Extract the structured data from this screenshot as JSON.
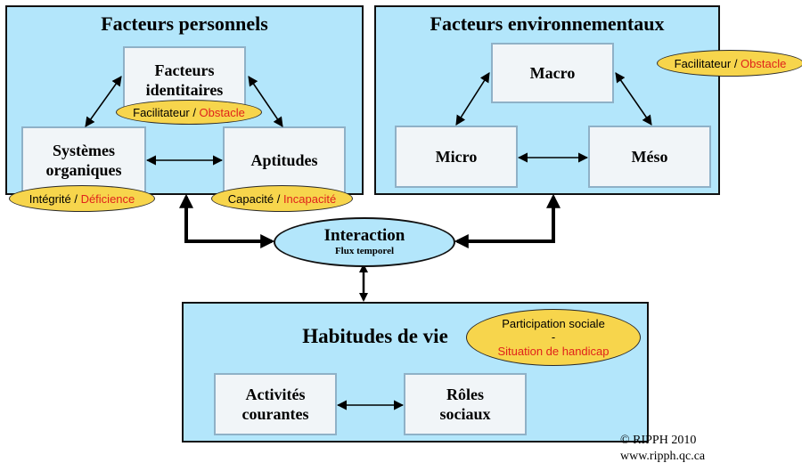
{
  "personal": {
    "title": "Facteurs personnels",
    "identity": {
      "line1": "Facteurs",
      "line2": "identitaires",
      "badge_pos": "Facilitateur",
      "badge_sep": " / ",
      "badge_neg": "Obstacle"
    },
    "systems": {
      "line1": "Systèmes",
      "line2": "organiques",
      "badge_pos": "Intégrité",
      "badge_sep": " / ",
      "badge_neg": "Déficience"
    },
    "abilities": {
      "label": "Aptitudes",
      "badge_pos": "Capacité",
      "badge_sep": " / ",
      "badge_neg": "Incapacité"
    }
  },
  "environmental": {
    "title": "Facteurs environnementaux",
    "macro": "Macro",
    "micro": "Micro",
    "meso": "Méso",
    "badge_pos": "Facilitateur",
    "badge_sep": " / ",
    "badge_neg": "Obstacle"
  },
  "interaction": {
    "title": "Interaction",
    "subtitle": "Flux temporel"
  },
  "life": {
    "title": "Habitudes de vie",
    "badge_line1": "Participation sociale",
    "badge_line2": "-",
    "badge_line3": "Situation de handicap",
    "activities": {
      "line1": "Activités",
      "line2": "courantes"
    },
    "roles": {
      "line1": "Rôles",
      "line2": "sociaux"
    }
  },
  "copyright": {
    "line1": "© RIPPH 2010",
    "line2": "www.ripph.qc.ca"
  },
  "colors": {
    "panel": "#b3e6fb",
    "box": "#f1f5f8",
    "badge": "#f7d54c",
    "negative": "#e0221b"
  }
}
